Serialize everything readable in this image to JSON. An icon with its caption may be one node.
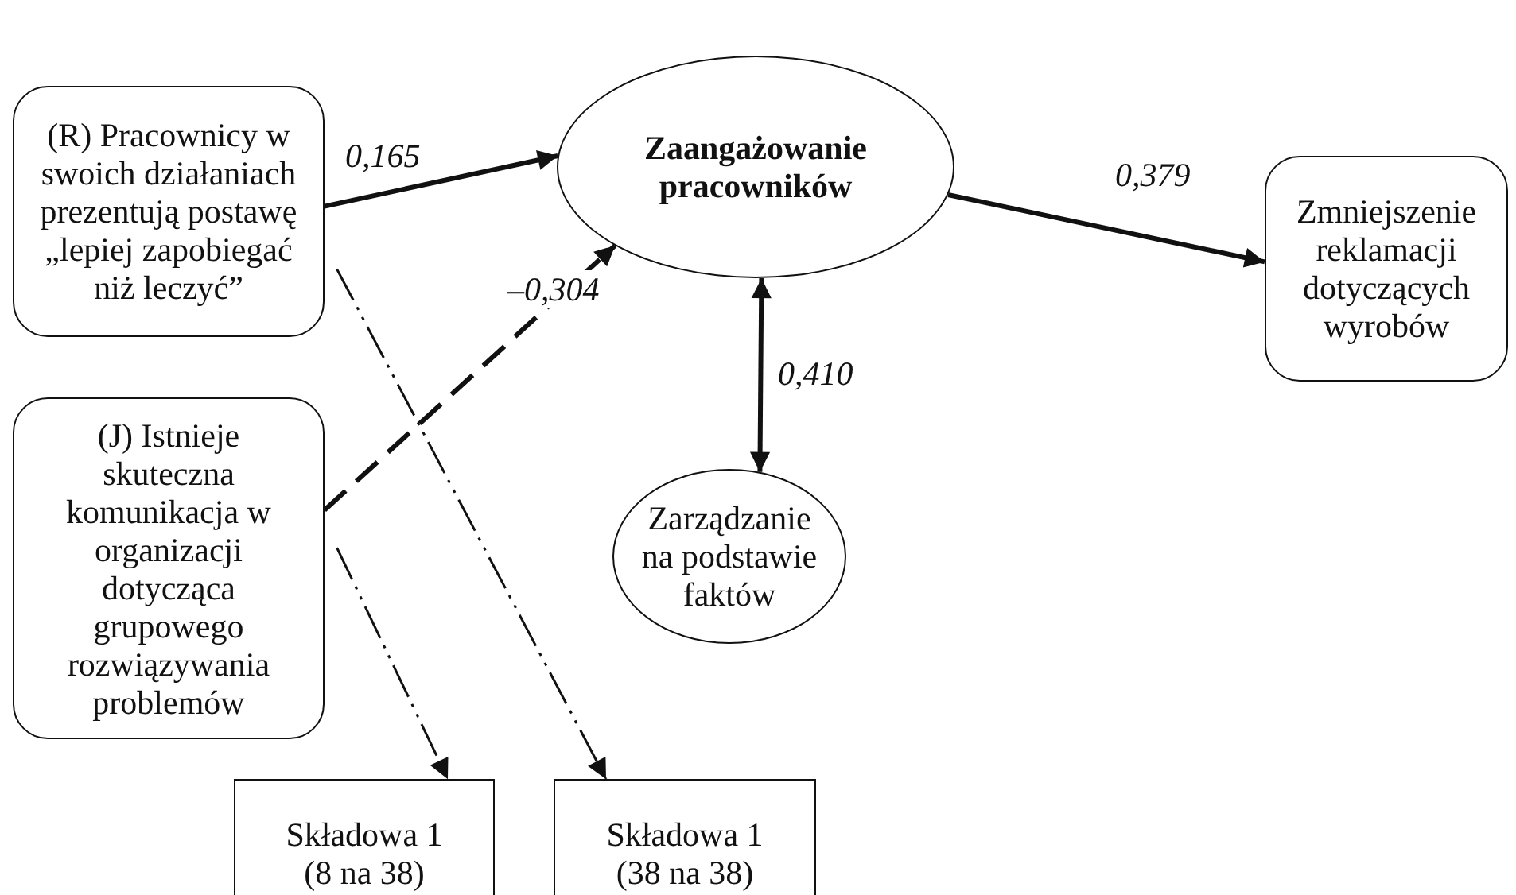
{
  "diagram": {
    "nodes": [
      {
        "text": [
          "(R) Pracownicy w swoich działaniach prezentują postawę „lepiej zapobiegać niż leczyć”"
        ]
      },
      {
        "text": [
          "Zaangażowanie pracowników"
        ]
      },
      {
        "text": [
          "Zmniejszenie reklamacji dotyczących wyrobów"
        ]
      },
      {
        "text": [
          "(J) Istnieje skuteczna komunikacja w organizacji dotycząca grupowego rozwiązywania problemów"
        ]
      },
      {
        "text": [
          "Zarządzanie na podstawie faktów"
        ]
      },
      {
        "text": [
          "Składowa 1 (8 na 38)"
        ]
      },
      {
        "text": [
          "Składowa 1 (38 na 38)"
        ]
      }
    ],
    "edges": [
      {
        "from": 0,
        "to": 1,
        "arrow": "to",
        "label": "0,165"
      },
      {
        "from": 3,
        "to": 1,
        "arrow": "to",
        "label": "–0,304",
        "style": "dashed"
      },
      {
        "from": 1,
        "to": 2,
        "arrow": "to",
        "label": "0,379"
      },
      {
        "from": 1,
        "to": 4,
        "arrow": "both",
        "label": "0,410"
      },
      {
        "from": 0,
        "to": 6,
        "arrow": "to",
        "style": "dashed"
      },
      {
        "from": 3,
        "to": 5,
        "arrow": "to",
        "style": "dashed"
      }
    ]
  }
}
